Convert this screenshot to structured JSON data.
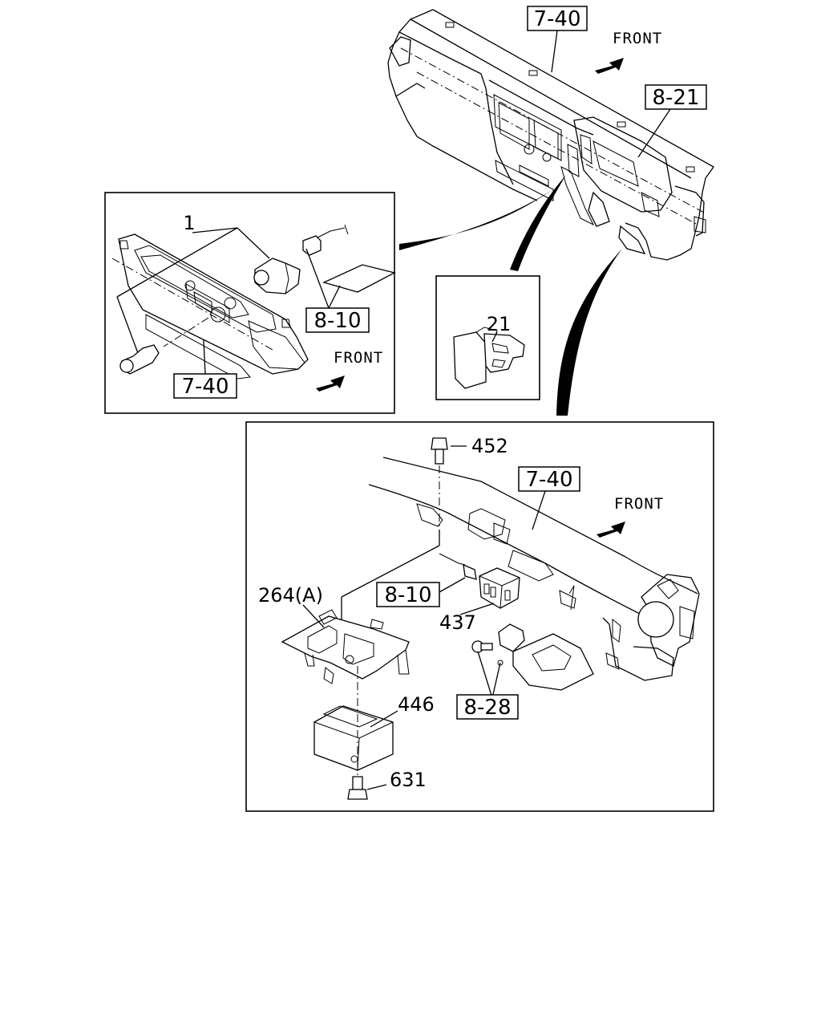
{
  "diagram": {
    "front_labels": [
      "FRONT",
      "FRONT",
      "FRONT"
    ],
    "dashboard": {
      "ref_7_40": "7-40",
      "ref_8_21": "8-21"
    },
    "switch_panel": {
      "part_1": "1",
      "ref_8_10": "8-10",
      "ref_7_40": "7-40"
    },
    "switch_detail": {
      "part_21": "21"
    },
    "bracket_panel": {
      "part_452": "452",
      "ref_7_40": "7-40",
      "part_264a": "264(A)",
      "ref_8_10": "8-10",
      "part_437": "437",
      "part_446": "446",
      "ref_8_28": "8-28",
      "part_631": "631"
    }
  }
}
